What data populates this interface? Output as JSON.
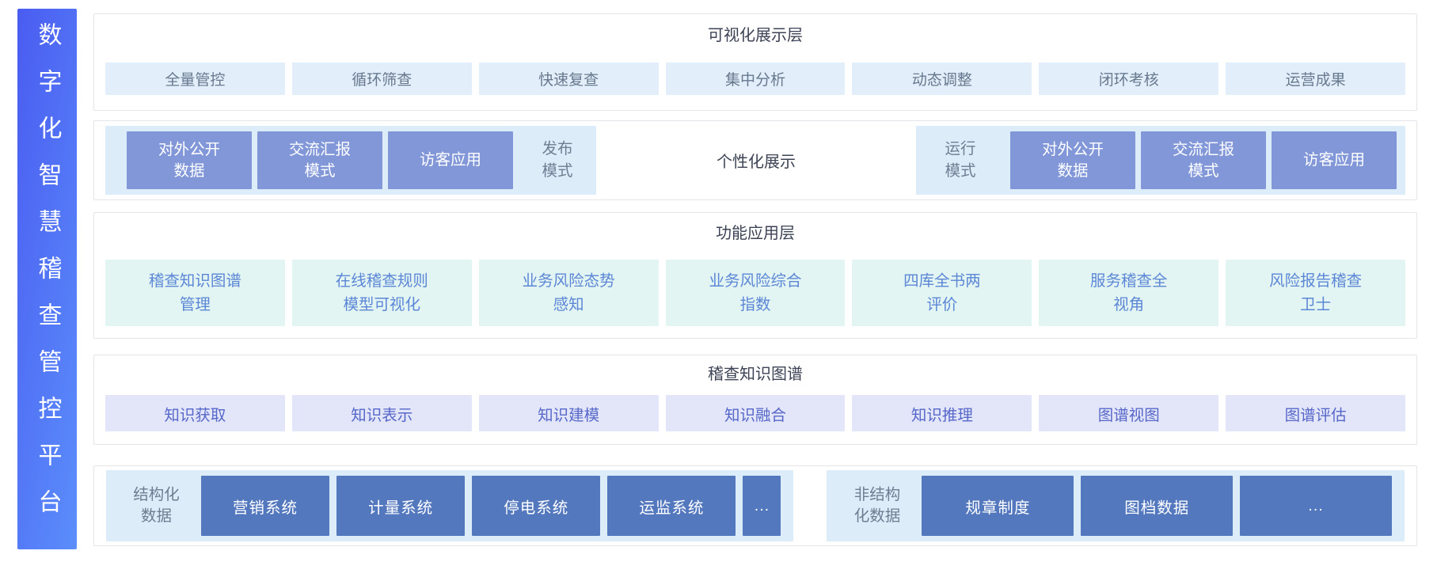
{
  "sidebar": {
    "title": "数字化智慧稽查管控平台"
  },
  "colors": {
    "sidebar_gradient_start": "#4a5cf1",
    "sidebar_gradient_end": "#5b8efb",
    "card_border": "#e3e5eb",
    "azure_cell": "#e2eef9",
    "mint_cell": "#e2f5f2",
    "lavender_cell": "#e2e6f8",
    "periwinkle_box": "#8197d8",
    "steel_blue_box": "#5478be",
    "group_panel": "#ddecf9"
  },
  "sections": {
    "visualization": {
      "title": "可视化展示层",
      "items": [
        "全量管控",
        "循环筛查",
        "快速复查",
        "集中分析",
        "动态调整",
        "闭环考核",
        "运营成果"
      ]
    },
    "display_modes": {
      "publish": {
        "boxes": [
          "对外公开\n数据",
          "交流汇报\n模式",
          "访客应用"
        ],
        "label": "发布\n模式"
      },
      "center_label": "个性化展示",
      "run": {
        "label": "运行\n模式",
        "boxes": [
          "对外公开\n数据",
          "交流汇报\n模式",
          "访客应用"
        ]
      }
    },
    "application": {
      "title": "功能应用层",
      "items": [
        "稽查知识图谱\n管理",
        "在线稽查规则\n模型可视化",
        "业务风险态势\n感知",
        "业务风险综合\n指数",
        "四库全书两\n评价",
        "服务稽查全\n视角",
        "风险报告稽查\n卫士"
      ]
    },
    "knowledge_graph": {
      "title": "稽查知识图谱",
      "items": [
        "知识获取",
        "知识表示",
        "知识建模",
        "知识融合",
        "知识推理",
        "图谱视图",
        "图谱评估"
      ]
    },
    "data_layer": {
      "structured": {
        "label": "结构化\n数据",
        "items": [
          "营销系统",
          "计量系统",
          "停电系统",
          "运监系统",
          "..."
        ]
      },
      "unstructured": {
        "label": "非结构\n化数据",
        "items": [
          "规章制度",
          "图档数据",
          "..."
        ]
      }
    }
  }
}
